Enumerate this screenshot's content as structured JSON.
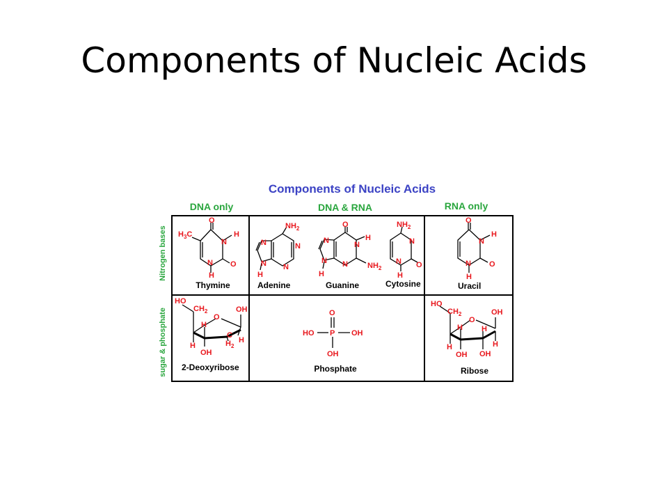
{
  "slide": {
    "title": "Components of Nucleic Acids"
  },
  "figure": {
    "title": "Components of Nucleic Acids",
    "columns": [
      "DNA only",
      "DNA & RNA",
      "RNA only"
    ],
    "rows": [
      "Nitrogen bases",
      "sugar & phosphate"
    ],
    "labels": {
      "thymine": "Thymine",
      "adenine": "Adenine",
      "guanine": "Guanine",
      "cytosine": "Cytosine",
      "uracil": "Uracil",
      "deoxyribose": "2-Deoxyribose",
      "phosphate": "Phosphate",
      "ribose": "Ribose"
    }
  }
}
